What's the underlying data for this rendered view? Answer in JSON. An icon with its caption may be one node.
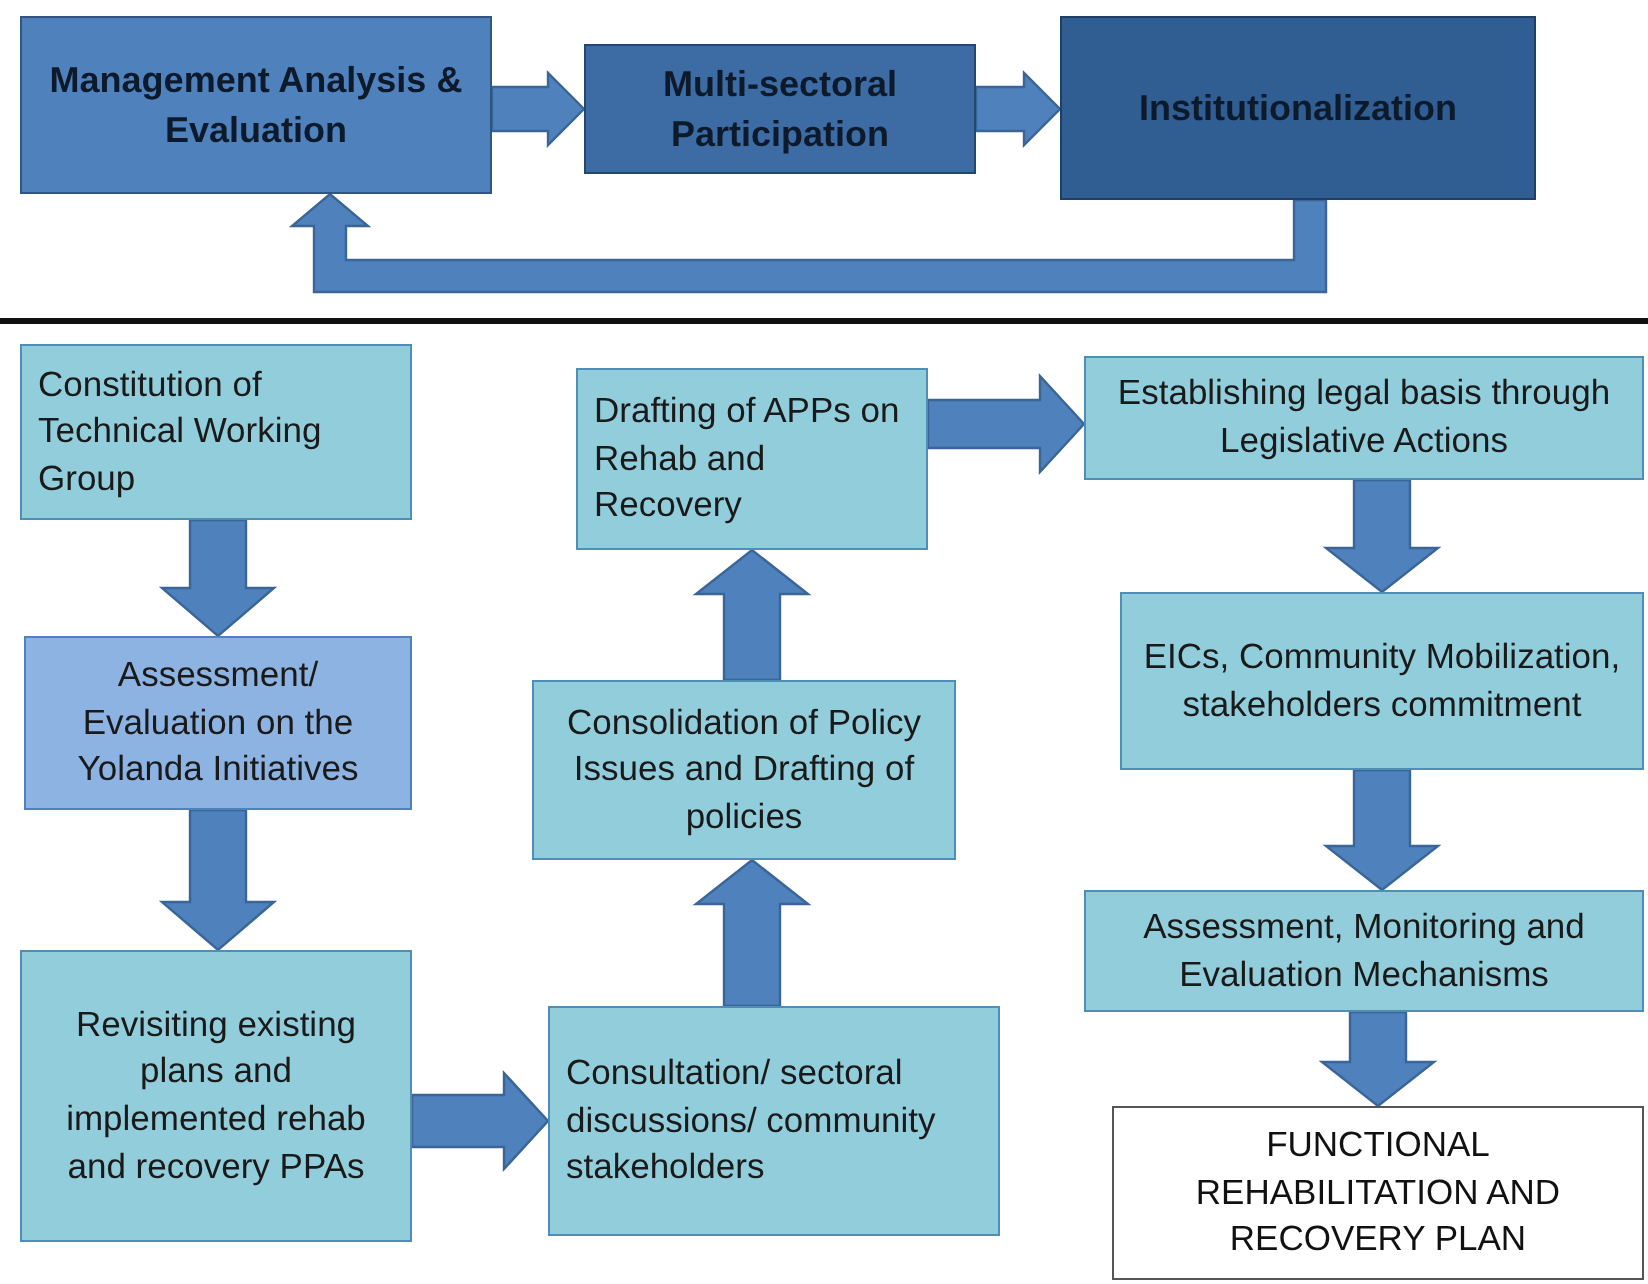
{
  "diagram": {
    "nodes": [
      {
        "text": [
          "Management Analysis & Evaluation"
        ]
      },
      {
        "text": [
          "Multi-sectoral Participation"
        ]
      },
      {
        "text": [
          "Institutionalization"
        ]
      },
      {
        "text": [
          "Constitution of Technical Working Group"
        ]
      },
      {
        "text": [
          "Assessment/ Evaluation on the Yolanda Initiatives"
        ]
      },
      {
        "text": [
          "Revisiting existing plans and implemented rehab and recovery  PPAs"
        ]
      },
      {
        "text": [
          "Consultation/ sectoral discussions/ community stakeholders"
        ]
      },
      {
        "text": [
          "Consolidation of Policy Issues and Drafting of policies"
        ]
      },
      {
        "text": [
          "Drafting of APPs on Rehab and Recovery"
        ]
      },
      {
        "text": [
          "Establishing legal basis through Legislative Actions"
        ]
      },
      {
        "text": [
          "EICs, Community Mobilization, stakeholders commitment"
        ]
      },
      {
        "text": [
          "Assessment, Monitoring and Evaluation Mechanisms"
        ]
      },
      {
        "text": [
          "FUNCTIONAL REHABILITATION AND RECOVERY PLAN"
        ]
      }
    ],
    "edges": [
      {
        "from": 0,
        "to": 1,
        "arrow": "to"
      },
      {
        "from": 1,
        "to": 2,
        "arrow": "to"
      },
      {
        "from": 2,
        "to": 0,
        "arrow": "to"
      },
      {
        "from": 3,
        "to": 4,
        "arrow": "to"
      },
      {
        "from": 4,
        "to": 5,
        "arrow": "to"
      },
      {
        "from": 5,
        "to": 6,
        "arrow": "to"
      },
      {
        "from": 6,
        "to": 7,
        "arrow": "to"
      },
      {
        "from": 7,
        "to": 8,
        "arrow": "to"
      },
      {
        "from": 8,
        "to": 9,
        "arrow": "to"
      },
      {
        "from": 9,
        "to": 10,
        "arrow": "to"
      },
      {
        "from": 10,
        "to": 11,
        "arrow": "to"
      },
      {
        "from": 11,
        "to": 12,
        "arrow": "to"
      }
    ]
  }
}
